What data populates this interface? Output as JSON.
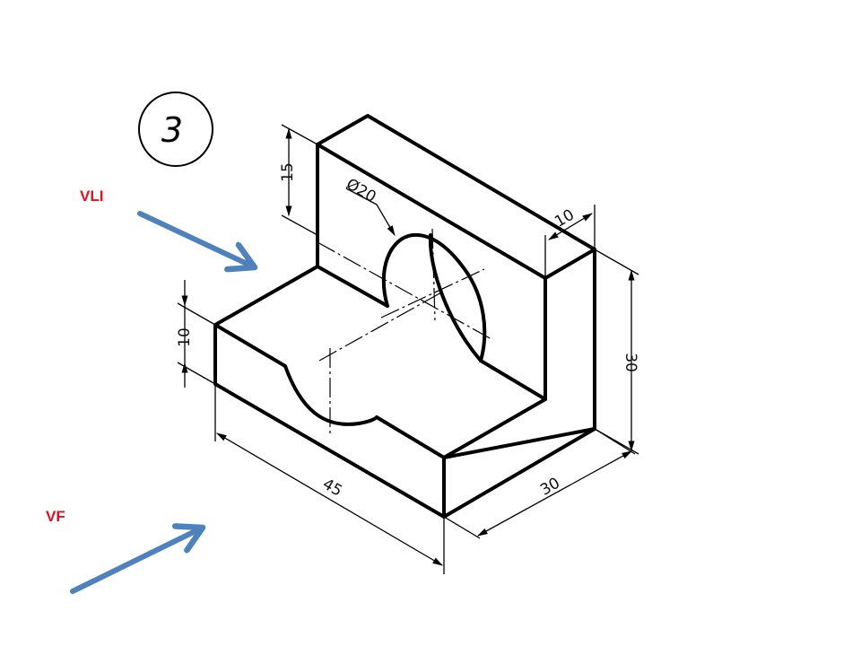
{
  "drawing": {
    "part_number": "3",
    "dimensions": {
      "upright_height": "15",
      "hole_diameter": "Ø20",
      "wall_thickness": "10",
      "base_height": "10",
      "total_height": "30",
      "length": "45",
      "depth": "30"
    }
  },
  "views": {
    "side_label": "VLI",
    "front_label": "VF"
  },
  "colors": {
    "arrow": "#4f81bd",
    "view_label": "#e3101e",
    "line": "#000000"
  }
}
